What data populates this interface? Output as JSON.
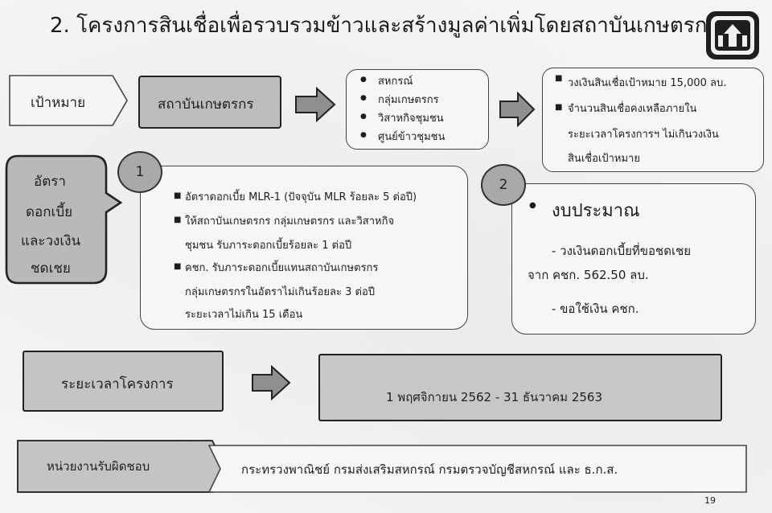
{
  "title": "2. โครงการสินเชื่อเพื่อรวบรวมข้าวและสร้างมูลค่าเพิ่มโดยสถาบันเกษตรกร",
  "row_target": {
    "label": "เป้าหมาย",
    "institution": "สถาบันเกษตรกร",
    "institution_types": [
      "สหกรณ์",
      "กลุ่มเกษตรกร",
      "วิสาหกิจชุมชน",
      "ศูนย์ข้าวชุมชน"
    ],
    "credit_points": [
      "วงเงินสินเชื่อเป้าหมาย 15,000 ลบ.",
      "จำนวนสินเชื่อคงเหลือภายใน",
      "ระยะเวลาโครงการฯ ไม่เกินวงเงิน",
      "สินเชื่อเป้าหมาย"
    ]
  },
  "interest": {
    "label_lines": [
      "อัตรา",
      "ดอกเบี้ย",
      "และวงเงิน",
      "ชดเชย"
    ],
    "num1": "1",
    "items": [
      "อัตราดอกเบี้ย MLR-1 (ปัจจุบัน MLR ร้อยละ 5 ต่อปี)",
      "ให้สถาบันเกษตรกร กลุ่มเกษตรกร และวิสาหกิจ",
      "ชุมชน รับภาระดอกเบี้ยร้อยละ 1 ต่อปี",
      "คชก. รับภาระดอกเบี้ยแทนสถาบันเกษตรกร",
      "กลุ่มเกษตรกรในอัตราไม่เกินร้อยละ 3 ต่อปี",
      "ระยะเวลาไม่เกิน 15 เดือน"
    ]
  },
  "budget": {
    "num2": "2",
    "heading": "งบประมาณ",
    "line1": "- วงเงินดอกเบี้ยที่ขอชดเชย",
    "line2": "จาก คชก. 562.50 ลบ.",
    "line3": "- ขอใช้เงิน คชก."
  },
  "period": {
    "label": "ระยะเวลาโครงการ",
    "value": "1 พฤศจิกายน 2562 - 31 ธันวาคม 2563"
  },
  "responsible": {
    "label": "หน่วยงานรับผิดชอบ",
    "value": "กระทรวงพาณิชย์ กรมส่งเสริมสหกรณ์ กรมตรวจบัญชีสหกรณ์ และ ธ.ก.ส."
  },
  "page_number": "19"
}
